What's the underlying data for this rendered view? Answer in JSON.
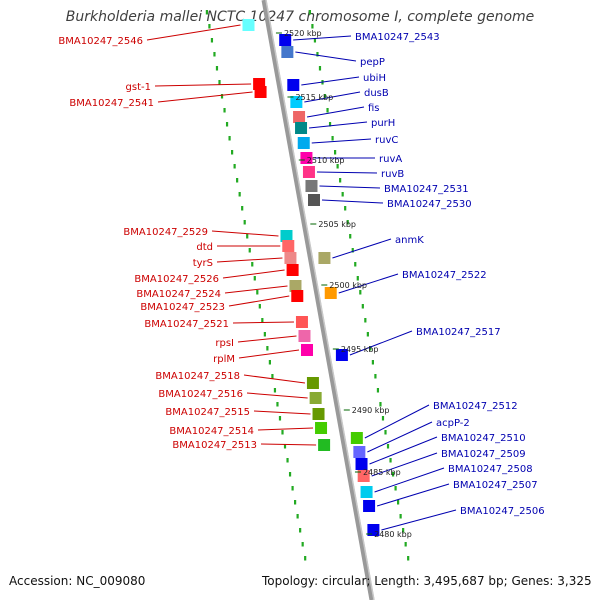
{
  "title": "Burkholderia mallei NCTC 10247 chromosome I, complete genome",
  "accession": "Accession: NC_009080",
  "topology": "Topology: circular; Length: 3,495,687 bp; Genes: 3,325",
  "colors": {
    "forward_label": "#0000b0",
    "reverse_label": "#cc0000",
    "backbone": "#999999",
    "tick_dots": "#22aa22"
  },
  "kbp_marks": [
    "2520 kbp",
    "2515 kbp",
    "2510 kbp",
    "2505 kbp",
    "2500 kbp",
    "2495 kbp",
    "2490 kbp",
    "2485 kbp",
    "2480 kbp"
  ],
  "forward_genes": [
    "BMA10247_2543",
    "pepP",
    "ubiH",
    "dusB",
    "fis",
    "purH",
    "ruvC",
    "ruvA",
    "ruvB",
    "BMA10247_2531",
    "BMA10247_2530",
    "anmK",
    "BMA10247_2522",
    "BMA10247_2517",
    "BMA10247_2512",
    "acpP-2",
    "BMA10247_2510",
    "BMA10247_2509",
    "BMA10247_2508",
    "BMA10247_2507",
    "BMA10247_2506"
  ],
  "reverse_genes": [
    "BMA10247_2546",
    "gst-1",
    "BMA10247_2541",
    "BMA10247_2529",
    "dtd",
    "tyrS",
    "BMA10247_2526",
    "BMA10247_2524",
    "BMA10247_2523",
    "BMA10247_2521",
    "rpsI",
    "rplM",
    "BMA10247_2518",
    "BMA10247_2516",
    "BMA10247_2515",
    "BMA10247_2514",
    "BMA10247_2513"
  ]
}
